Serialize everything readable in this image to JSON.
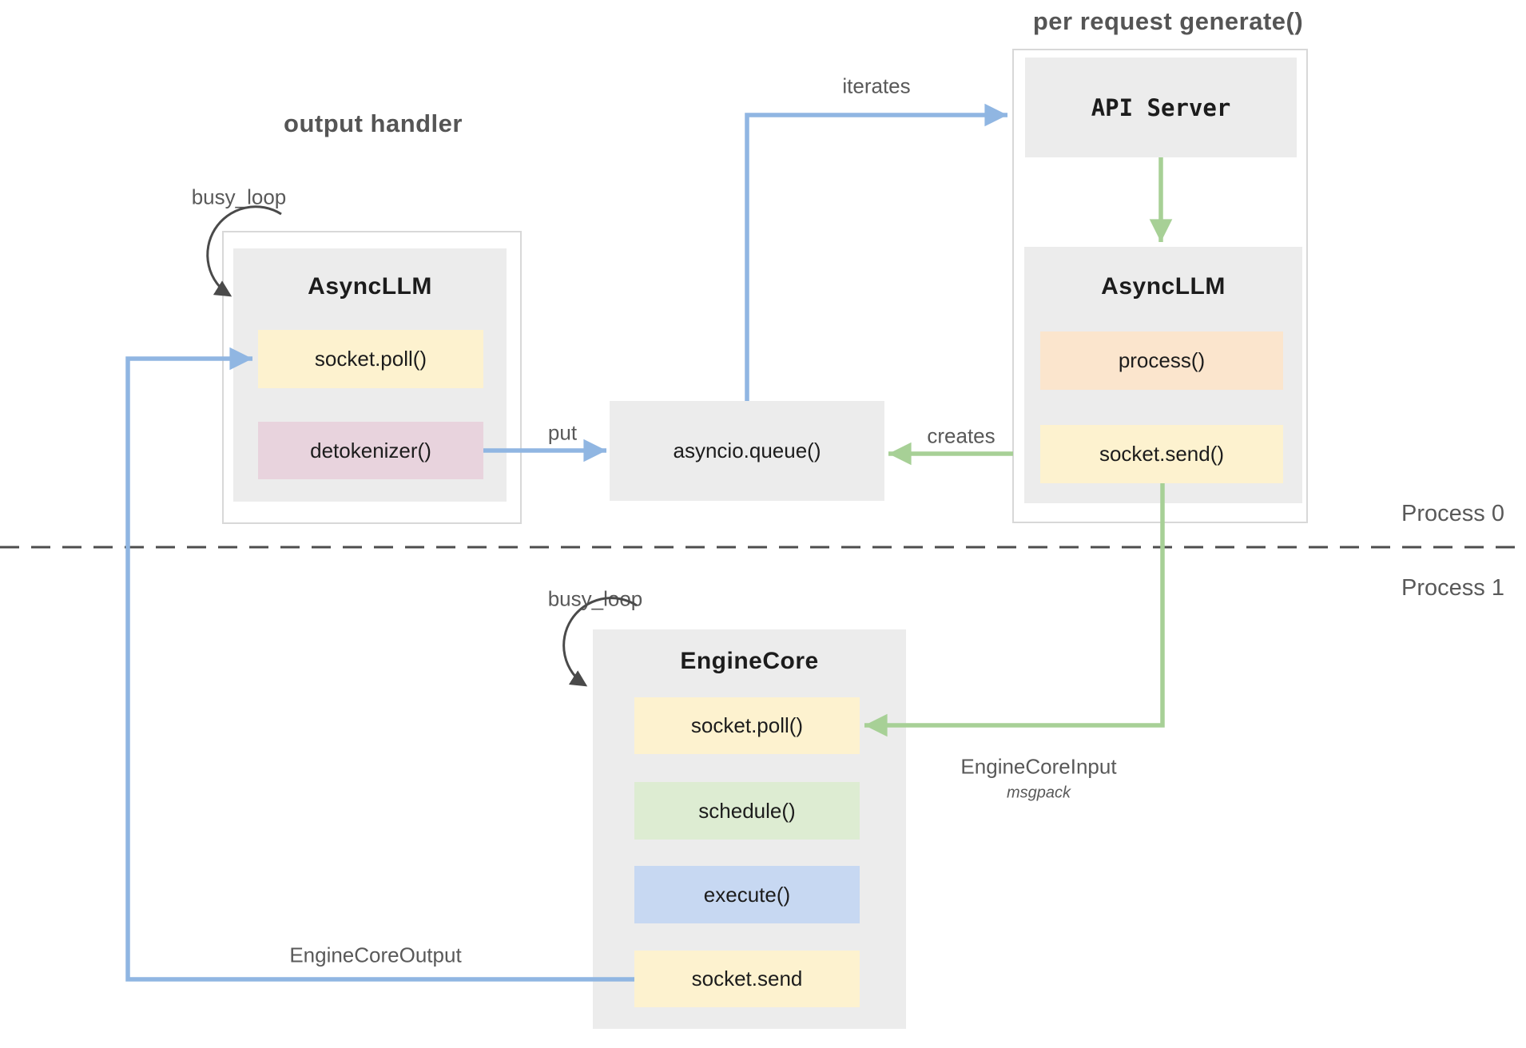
{
  "titles": {
    "per_request": "per request generate()",
    "output_handler": "output handler",
    "process0": "Process 0",
    "process1": "Process 1"
  },
  "labels": {
    "busy_loop_left": "busy_loop",
    "busy_loop_engine": "busy_loop",
    "iterates": "iterates",
    "put": "put",
    "creates": "creates",
    "engine_core_input": "EngineCoreInput",
    "msgpack": "msgpack",
    "engine_core_output": "EngineCoreOutput"
  },
  "nodes": {
    "async_llm_left": {
      "title": "AsyncLLM",
      "methods": [
        "socket.poll()",
        "detokenizer()"
      ]
    },
    "api_server": {
      "title": "API Server"
    },
    "async_llm_right": {
      "title": "AsyncLLM",
      "methods": [
        "process()",
        "socket.send()"
      ]
    },
    "queue": {
      "label": "asyncio.queue()"
    },
    "engine_core": {
      "title": "EngineCore",
      "methods": [
        "socket.poll()",
        "schedule()",
        "execute()",
        "socket.send"
      ]
    }
  },
  "colors": {
    "gray_box": "#ececec",
    "border_gray": "#d8d8d8",
    "yellow": "#fdf2cf",
    "pink": "#e8d3dd",
    "orange": "#fbe5cd",
    "green_box": "#ddecd2",
    "blue_box": "#c7d8f2",
    "arrow_blue": "#90b6e2",
    "arrow_green": "#a7d096",
    "arrow_dark": "#4a4a4a",
    "label_gray": "#595959",
    "text_dark": "#1c1c1c"
  }
}
